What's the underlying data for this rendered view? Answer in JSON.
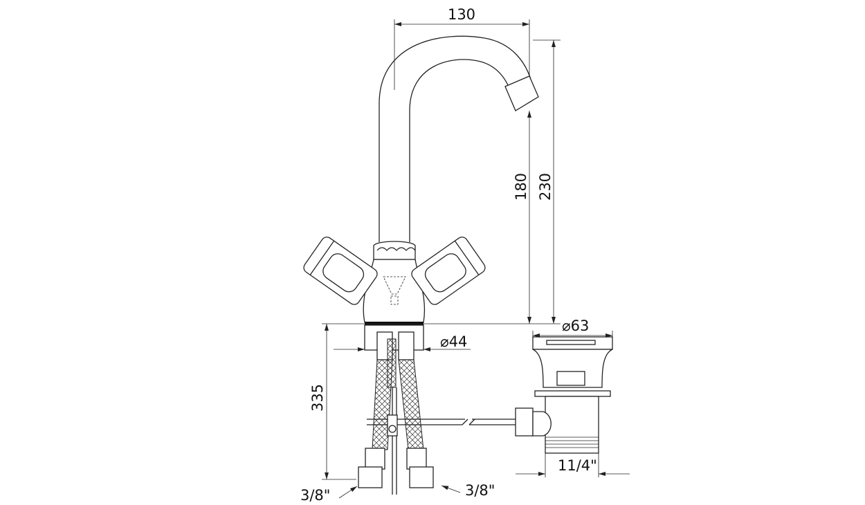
{
  "drawing": {
    "dimensions": {
      "spout_reach": "130",
      "spout_height": "180",
      "total_height": "230",
      "base_diameter": "⌀44",
      "hose_length": "335",
      "drain_diameter": "⌀63",
      "drain_thread": "11/4\"",
      "hose_thread_left": "3/8\"",
      "hose_thread_right": "3/8\""
    },
    "colors": {
      "line": "#222222",
      "background": "#ffffff"
    }
  }
}
